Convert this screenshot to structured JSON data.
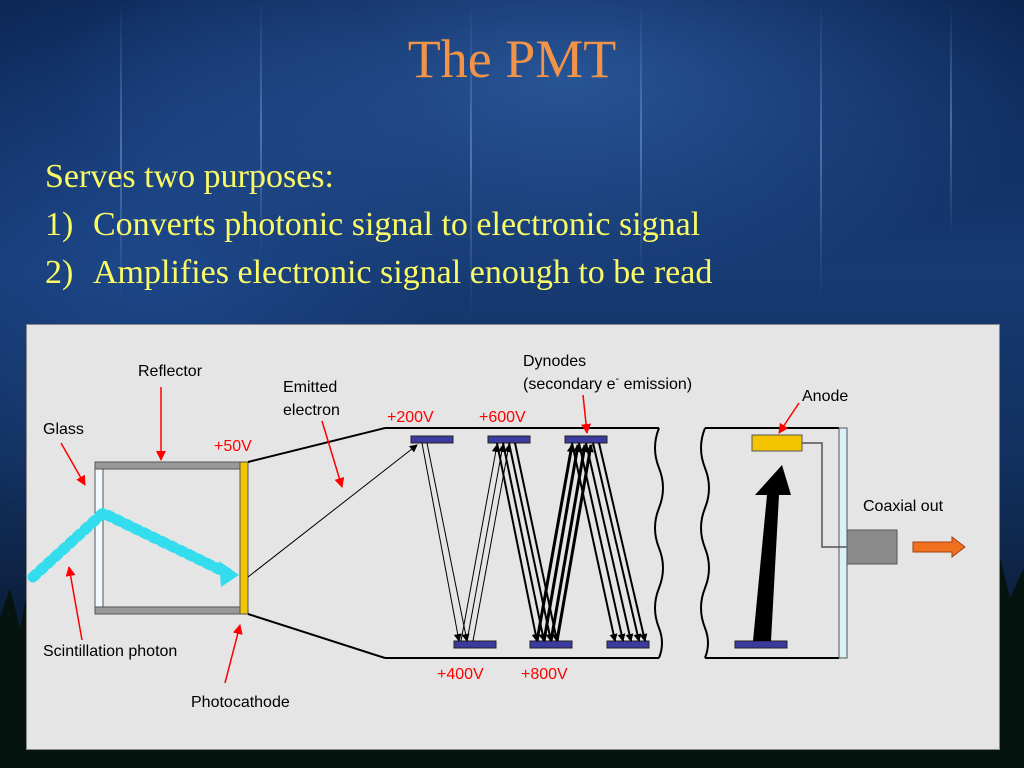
{
  "slide": {
    "title": "The PMT",
    "intro": "Serves two purposes:",
    "points": [
      {
        "num": "1)",
        "text": "Converts photonic signal to electronic signal"
      },
      {
        "num": "2)",
        "text": "Amplifies electronic signal enough to be read"
      }
    ]
  },
  "diagram": {
    "labels": {
      "reflector": "Reflector",
      "glass": "Glass",
      "emitted_1": "Emitted",
      "emitted_2": "electron",
      "dynodes_1": "Dynodes",
      "dynodes_2a": "(secondary e",
      "dynodes_sup": "-",
      "dynodes_2b": " emission)",
      "anode": "Anode",
      "coaxial": "Coaxial out",
      "scintillation": "Scintillation photon",
      "photocathode": "Photocathode"
    },
    "voltages": {
      "v50": "+50V",
      "v200": "+200V",
      "v600": "+600V",
      "v400": "+400V",
      "v800": "+800V"
    },
    "colors": {
      "voltage_text": "#ff0000",
      "dynode": "#3a3aa0",
      "photocathode": "#f5c400",
      "anode": "#f5c400",
      "photon": "#33ddee",
      "output_arrow": "#f07020",
      "pointer": "#ff0000"
    }
  }
}
